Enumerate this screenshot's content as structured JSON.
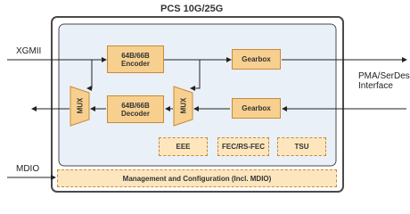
{
  "diagram": {
    "title": "PCS 10G/25G",
    "labels": {
      "xgmii": "XGMII",
      "mdio": "MDIO",
      "pma_line1": "PMA/SerDes",
      "pma_line2": "Interface"
    },
    "blocks": {
      "encoder": "64B/66B Encoder",
      "decoder": "64B/66B Decoder",
      "gearbox_tx": "Gearbox",
      "gearbox_rx": "Gearbox",
      "mux_left": "MUX",
      "mux_right": "MUX",
      "eee": "EEE",
      "fec": "FEC/RS-FEC",
      "tsu": "TSU",
      "management": "Management and Configuration (Incl. MDIO)"
    },
    "colors": {
      "outer_box": "#4a4a4a",
      "inner_panel": "#eaf0f7",
      "block_fill": "#f7d08f",
      "dashed_fill": "#fde6bd",
      "block_border": "#c58b3a",
      "wire": "#222222"
    }
  }
}
